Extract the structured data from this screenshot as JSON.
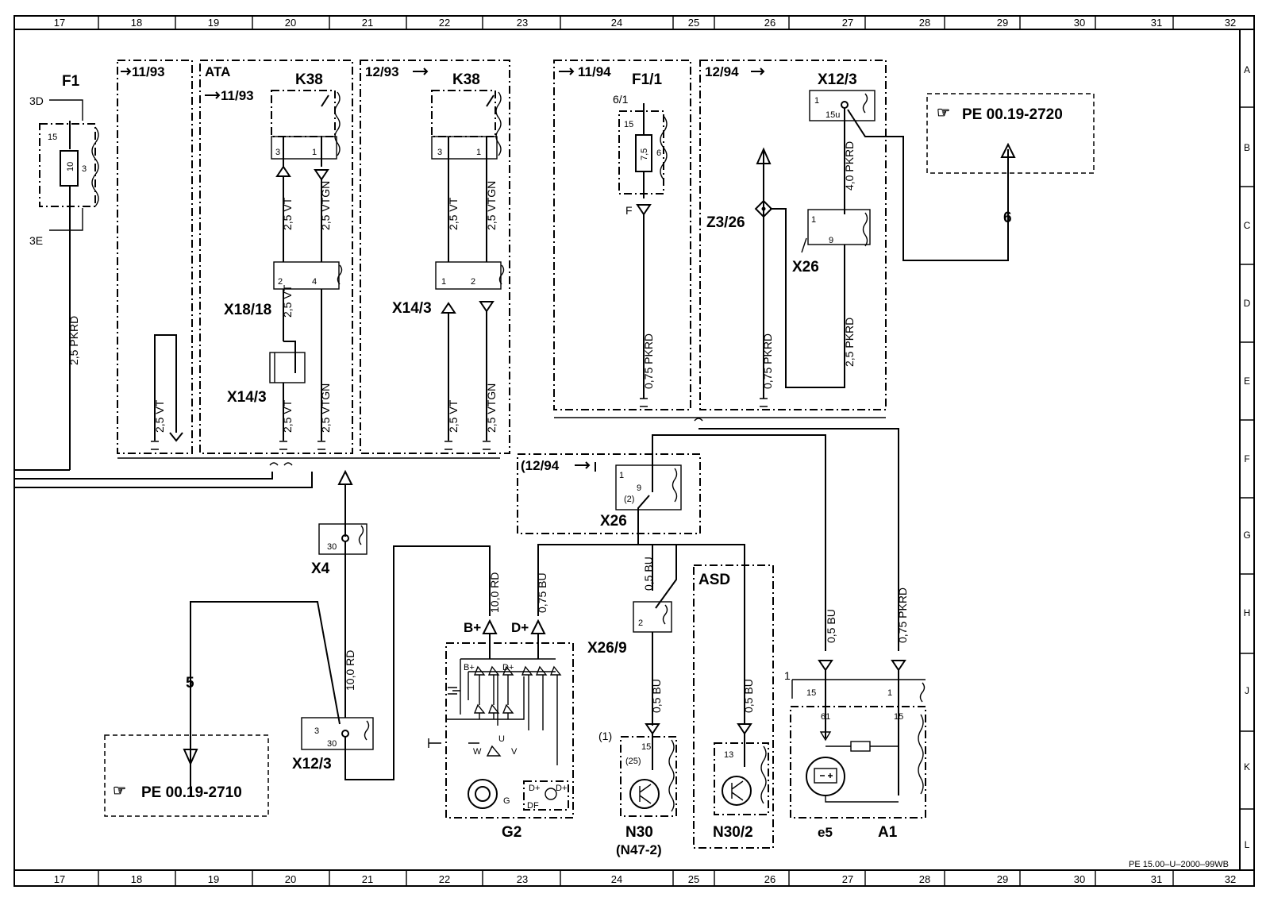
{
  "columns": [
    "17",
    "18",
    "19",
    "20",
    "21",
    "22",
    "23",
    "24",
    "25",
    "26",
    "27",
    "28",
    "29",
    "30",
    "31",
    "32"
  ],
  "rows": [
    "A",
    "B",
    "C",
    "D",
    "E",
    "F",
    "G",
    "H",
    "J",
    "K",
    "L"
  ],
  "doc_id": "PE 15.00–U–2000–99WB",
  "components": {
    "f1": "F1",
    "f1_3d": "3D",
    "f1_3e": "3E",
    "f1_15": "15",
    "f1_10": "10",
    "f1_3": "3",
    "k38_a": "K38",
    "k38_b": "K38",
    "ata": "ATA",
    "box1_date": "11/93",
    "box2_date": "11/93",
    "box3_date": "12/93",
    "box4_date": "11/94",
    "box5_date": "12/94",
    "box6_date": "(12/94",
    "f1_1": "F1/1",
    "f1_1_6_1": "6/1",
    "f1_1_15": "15",
    "f1_1_75": "7,5",
    "f1_1_6": "6",
    "f1_1_f": "F",
    "x12_3_top": "X12/3",
    "x12_3_1": "1",
    "x12_3_15u": "15u",
    "pe_2720": "PE  00.19-2720",
    "pe_2710": "PE  00.19-2710",
    "ref6": "6",
    "ref5": "5",
    "z3_26": "Z3/26",
    "x26_a": "X26",
    "x26_a_1": "1",
    "x26_a_9": "9",
    "x18_18": "X18/18",
    "x14_3_a": "X14/3",
    "x14_3_b": "X14/3",
    "x4": "X4",
    "x4_30": "30",
    "x12_3_bot": "X12/3",
    "x12_3_b3": "3",
    "x12_3_b30": "30",
    "x26_b": "X26",
    "x26_b_1": "1",
    "x26_b_9": "9",
    "x26_b_2": "(2)",
    "x26_9": "X26/9",
    "x26_9_2": "2",
    "g2": "G2",
    "g2_bplus": "B+",
    "g2_dplus": "D+",
    "g2_bplus_in": "B+",
    "g2_dplus_in": "D+",
    "g2_w": "W",
    "g2_u": "U",
    "g2_v": "V",
    "g2_g": "G",
    "g2_d1": "D+",
    "g2_df": "DF",
    "g2_d2": "D+",
    "n30": "N30",
    "n30_sub": "(N47-2)",
    "n30_1": "(1)",
    "n30_15": "15",
    "n30_25": "(25)",
    "asd": "ASD",
    "n30_2": "N30/2",
    "n30_2_13": "13",
    "a1": "A1",
    "e5": "e5",
    "a1_1": "1",
    "a1_15a": "15",
    "a1_1b": "1",
    "a1_61": "61",
    "a1_15b": "15",
    "k38a_3": "3",
    "k38a_1": "1",
    "k38b_3": "3",
    "k38b_1": "1",
    "x18_2": "2",
    "x18_4": "4",
    "x14b_1": "1",
    "x14b_2": "2"
  },
  "wires": {
    "w_f1": "2,5  PKRD",
    "w1": "2,5  VT",
    "w2": "2,5  VT",
    "w3": "2,5  VTGN",
    "w4": "2,5  VT",
    "w5": "2,5  VT",
    "w6": "2,5  VTGN",
    "w7": "2,5  VT",
    "w8": "2,5  VTGN",
    "w9": "2,5  VT",
    "w10": "2,5  VTGN",
    "w11": "0,75  PKRD",
    "w12": "0,75  PKRD",
    "w13": "4,0  PKRD",
    "w14": "2,5  PKRD",
    "w15": "10,0  RD",
    "w16": "0,75  BU",
    "w17": "10,0  RD",
    "w18": "0,5  BU",
    "w19": "0,5  BU",
    "w20": "0,5  BU",
    "w21": "0,5  BU",
    "w22": "0,75  PKRD"
  }
}
